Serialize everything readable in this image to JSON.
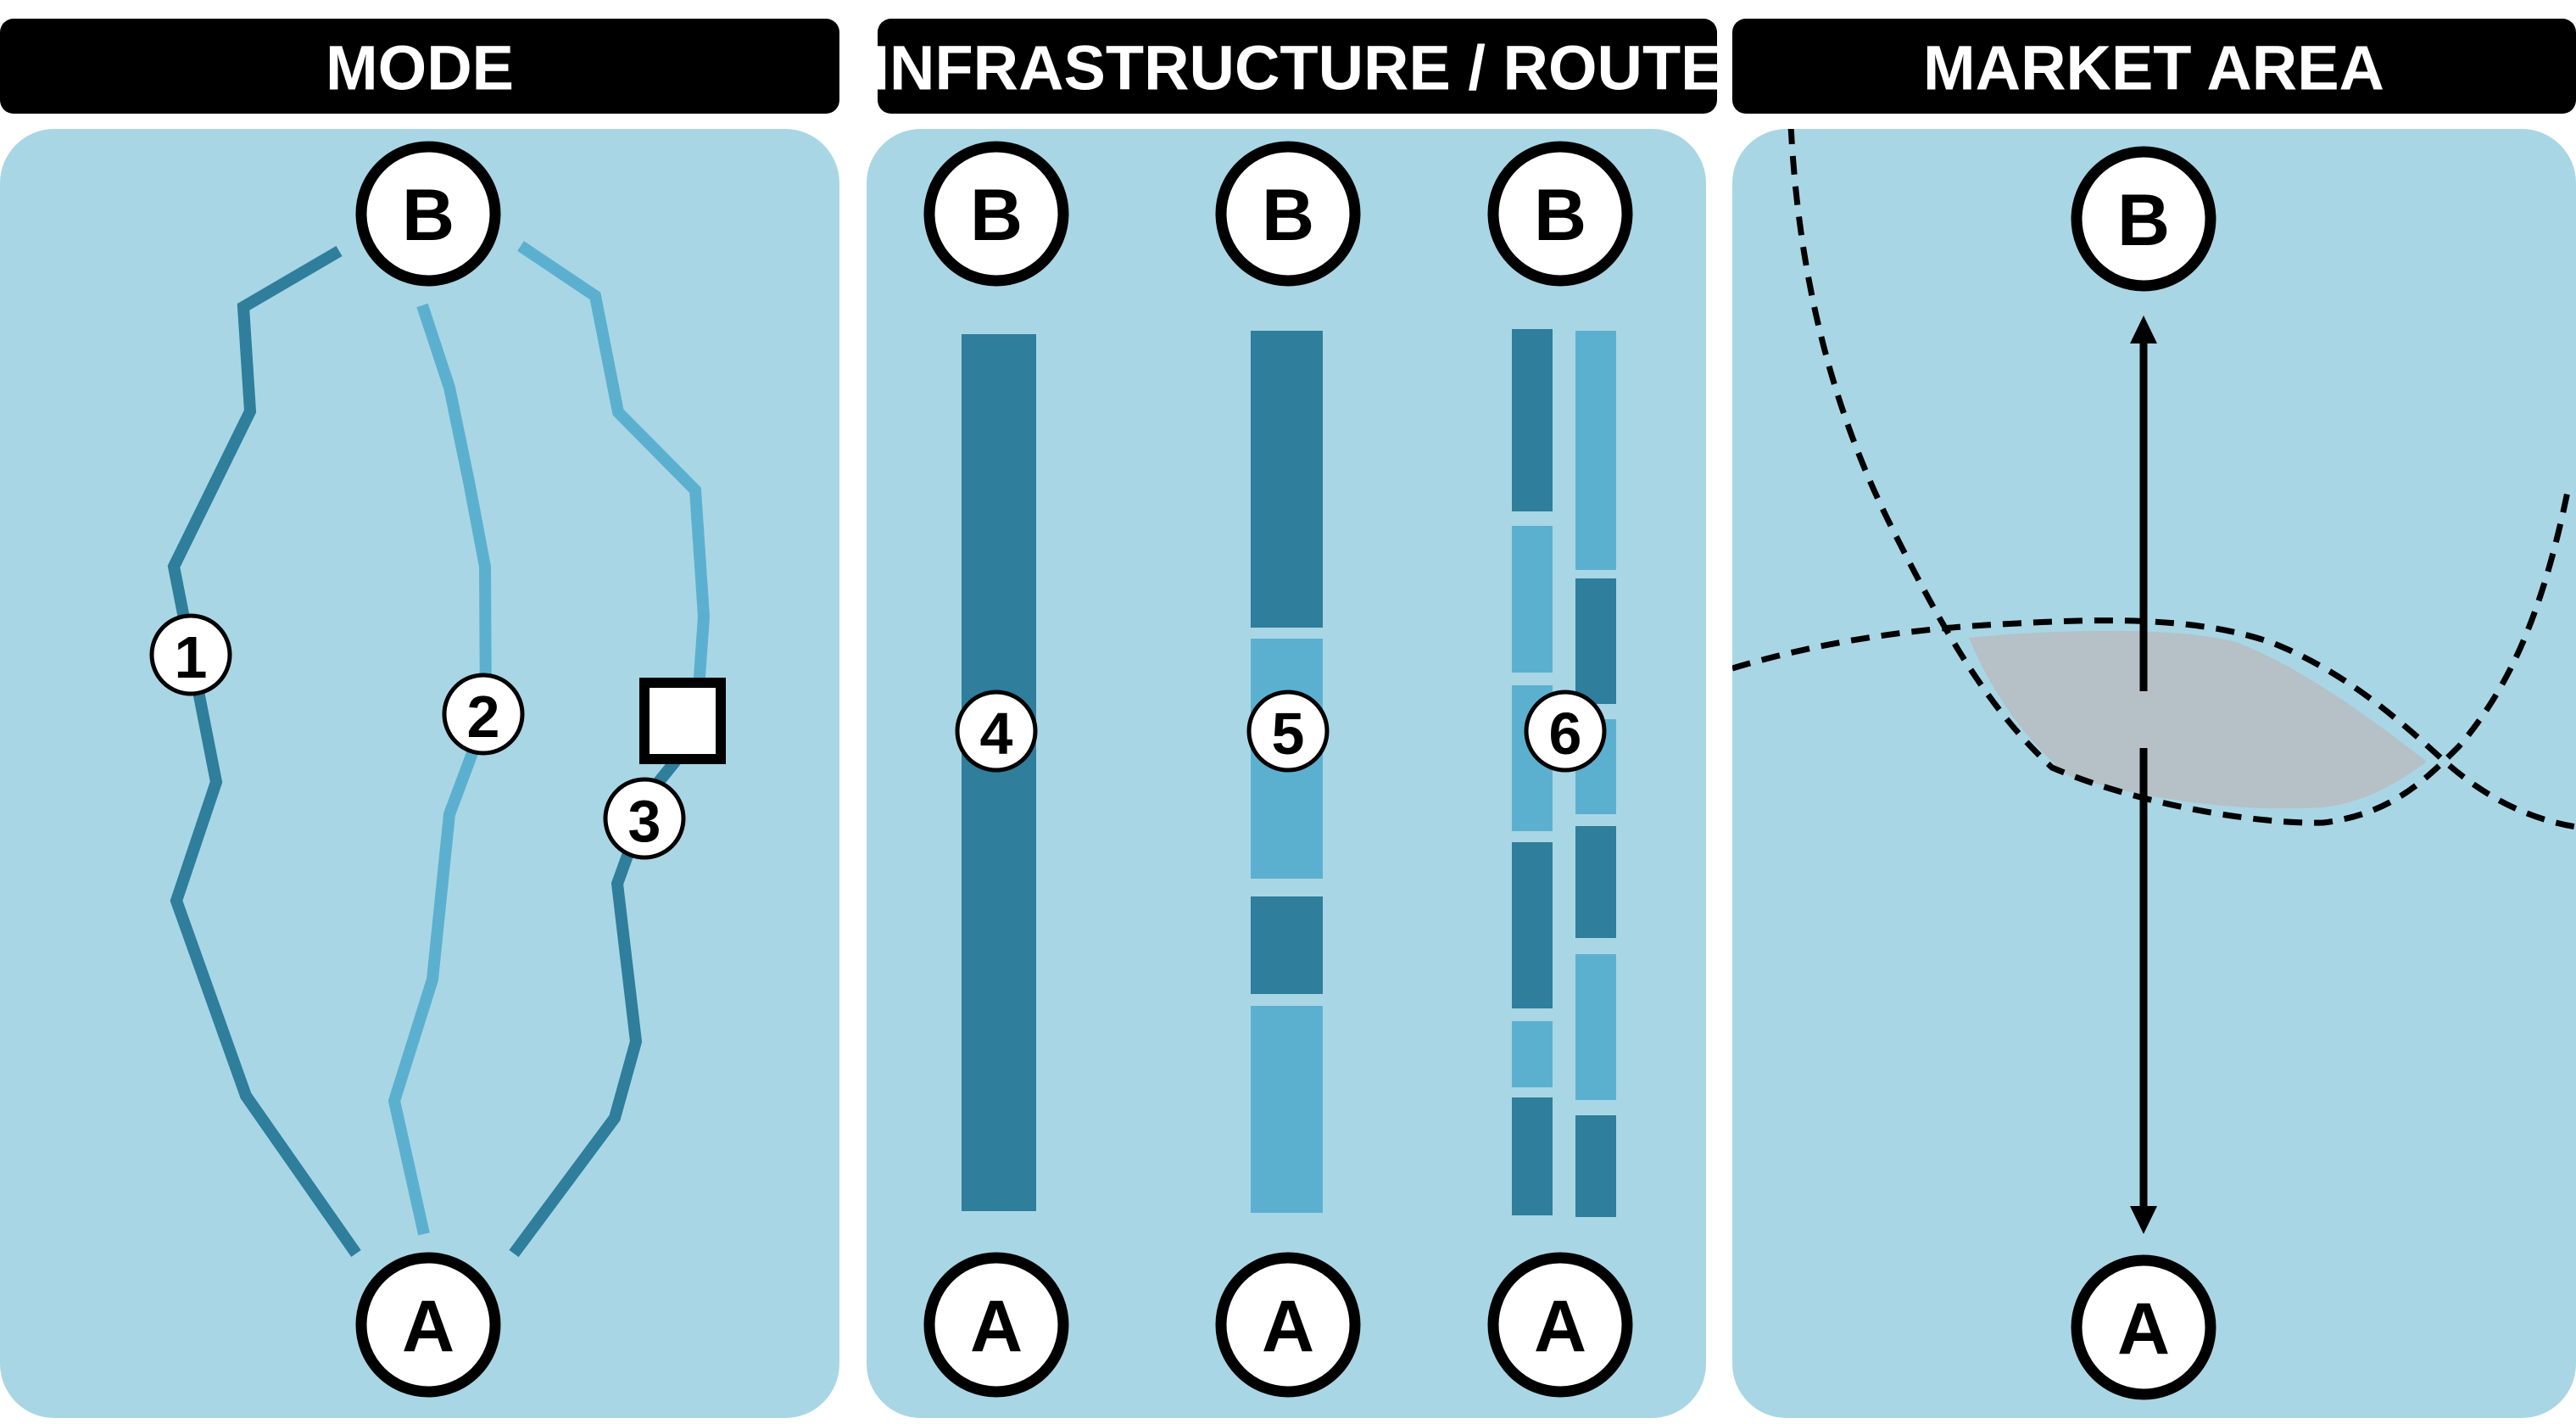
{
  "panels": {
    "mode": {
      "title": "MODE"
    },
    "infrastructure": {
      "title": "INFRASTRUCTURE / ROUTE"
    },
    "market": {
      "title": "MARKET AREA"
    }
  },
  "nodes": {
    "origin": "A",
    "destination": "B"
  },
  "labels": {
    "mode_1": "1",
    "mode_2": "2",
    "mode_3": "3",
    "route_4": "4",
    "route_5": "5",
    "route_6": "6"
  },
  "colors": {
    "panel_bg": "#a9d6e5",
    "dark_blue": "#2e7e9c",
    "light_blue": "#5cb0cf",
    "header_bg": "#000000",
    "overlap_area": "#b5c1c6"
  },
  "icons": {
    "terminal": "square-icon",
    "flow": "double-arrow-icon"
  }
}
